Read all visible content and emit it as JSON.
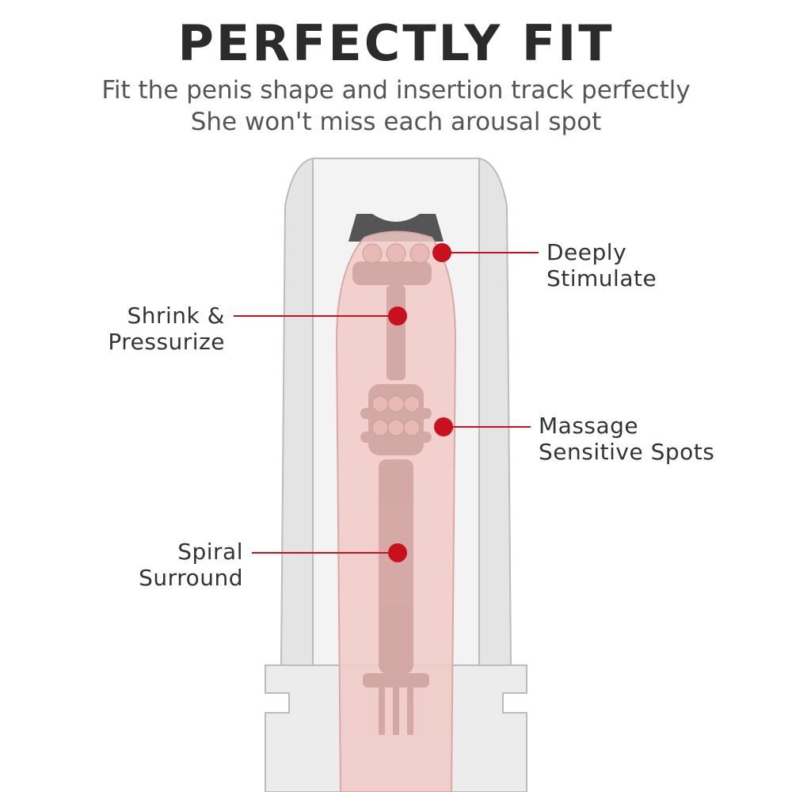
{
  "header": {
    "title": "PERFECTLY FIT",
    "subtitle_line1": "Fit the penis shape and insertion track perfectly",
    "subtitle_line2": "She won't miss each arousal spot"
  },
  "callouts": [
    {
      "line1": "Deeply",
      "line2": "Stimulate",
      "side": "right"
    },
    {
      "line1": "Shrink &",
      "line2": "Pressurize",
      "side": "left"
    },
    {
      "line1": "Massage",
      "line2": "Sensitive Spots",
      "side": "right"
    },
    {
      "line1": "Spiral",
      "line2": "Surround",
      "side": "left"
    }
  ],
  "colors": {
    "marker": "#c8101e",
    "sleeve_outer": "#e4e4e4",
    "sleeve_inner": "#f3f3f3",
    "inner_shape": "#f1c9c6"
  }
}
